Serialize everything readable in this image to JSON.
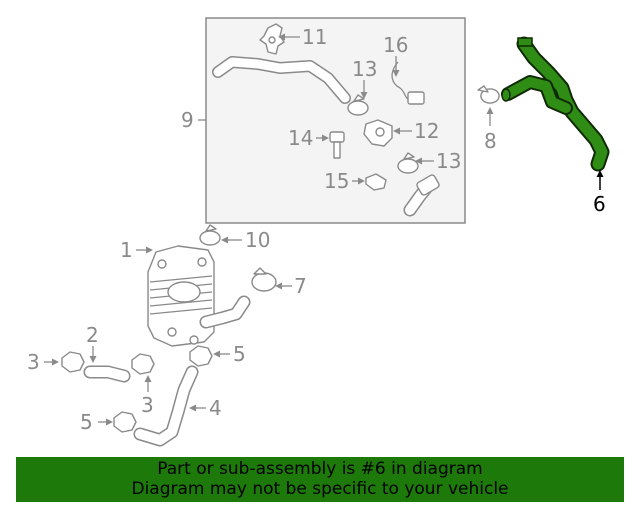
{
  "callouts": {
    "c1": "1",
    "c2": "2",
    "c3a": "3",
    "c3b": "3",
    "c4": "4",
    "c5a": "5",
    "c5b": "5",
    "c6": "6",
    "c7": "7",
    "c8": "8",
    "c9": "9",
    "c10": "10",
    "c11": "11",
    "c12": "12",
    "c13a": "13",
    "c13b": "13",
    "c14": "14",
    "c15": "15",
    "c16": "16"
  },
  "highlight": {
    "part_number": "6",
    "color": "#1d7a0a"
  },
  "banner": {
    "line1": "Part or sub-assembly is #6 in diagram",
    "line2": "Diagram may not be specific to your vehicle",
    "color": "#1d7a0a"
  }
}
